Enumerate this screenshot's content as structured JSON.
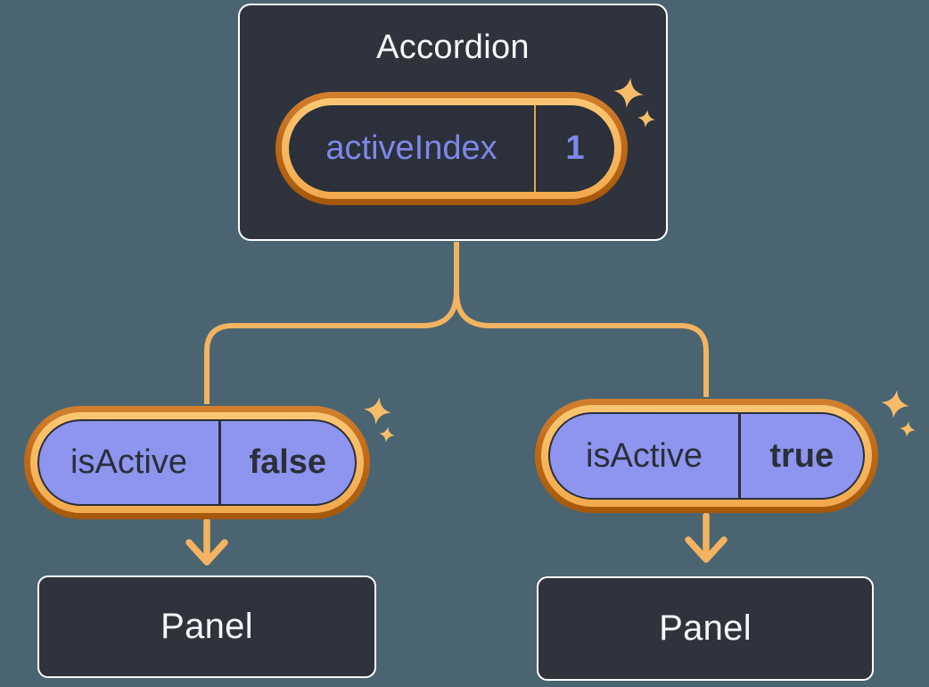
{
  "diagram": {
    "root": {
      "title": "Accordion",
      "state": {
        "name": "activeIndex",
        "value": "1"
      }
    },
    "children": [
      {
        "state": {
          "name": "isActive",
          "value": "false"
        },
        "panel": {
          "title": "Panel"
        }
      },
      {
        "state": {
          "name": "isActive",
          "value": "true"
        },
        "panel": {
          "title": "Panel"
        }
      }
    ]
  },
  "icons": {
    "sparkle": "four-point-star"
  },
  "colors": {
    "background": "#4A6571",
    "box_fill": "#2E333D",
    "box_border": "#FFFFFF",
    "pill_ring_outer": "#C06A18",
    "pill_ring_inner": "#F7BA5F",
    "pill_purple_fill": "#8E95EF",
    "purple_text": "#7E88EA",
    "dark_text": "#2A2F39",
    "connector_orange": "#F3B361",
    "sparkle_orange": "#F6BC68",
    "light_text": "#F7F8F9"
  }
}
